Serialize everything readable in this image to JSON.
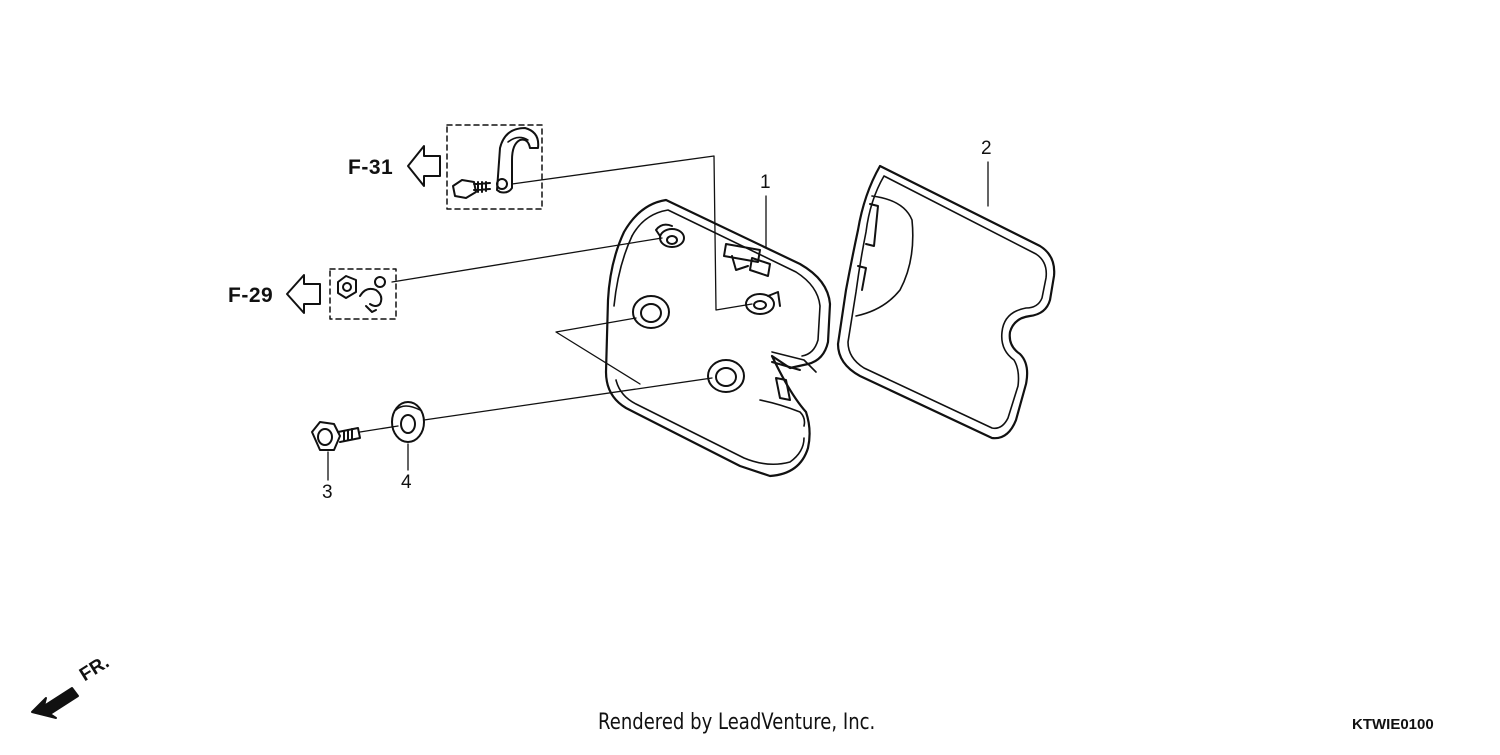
{
  "refs": {
    "f31": "F-31",
    "f29": "F-29"
  },
  "callouts": {
    "part1": "1",
    "part2": "2",
    "part3": "3",
    "part4": "4"
  },
  "front_indicator": "FR.",
  "footer": {
    "credit": "Rendered by LeadVenture, Inc.",
    "diagram_code": "KTWIE0100"
  },
  "colors": {
    "line": "#111111",
    "background": "#ffffff"
  }
}
